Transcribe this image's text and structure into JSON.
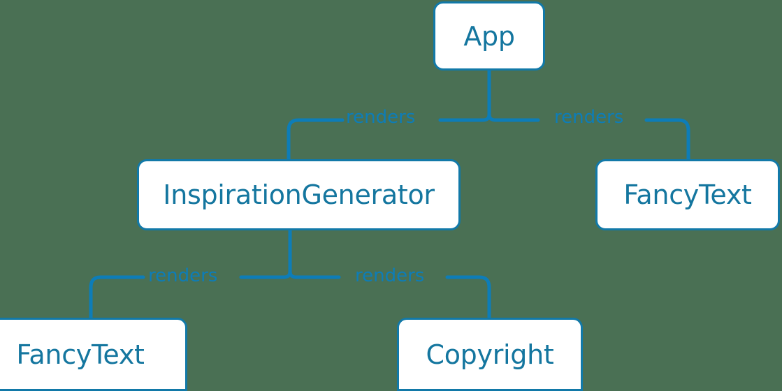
{
  "diagram": {
    "type": "component-tree",
    "background_color": "#4a7054",
    "node_border_color": "#1279a8",
    "node_fill_color": "#ffffff",
    "node_text_color": "#14769f",
    "edge_color": "#0d7db8",
    "edge_label_color": "#0d7db8",
    "nodes": [
      {
        "id": "app",
        "label": "App"
      },
      {
        "id": "inspgen",
        "label": "InspirationGenerator"
      },
      {
        "id": "fancy_right",
        "label": "FancyText"
      },
      {
        "id": "fancy_left",
        "label": "FancyText"
      },
      {
        "id": "copyright",
        "label": "Copyright"
      }
    ],
    "edges": [
      {
        "from": "app",
        "to": "inspgen",
        "label": "renders"
      },
      {
        "from": "app",
        "to": "fancy_right",
        "label": "renders"
      },
      {
        "from": "inspgen",
        "to": "fancy_left",
        "label": "renders"
      },
      {
        "from": "inspgen",
        "to": "copyright",
        "label": "renders"
      }
    ]
  }
}
